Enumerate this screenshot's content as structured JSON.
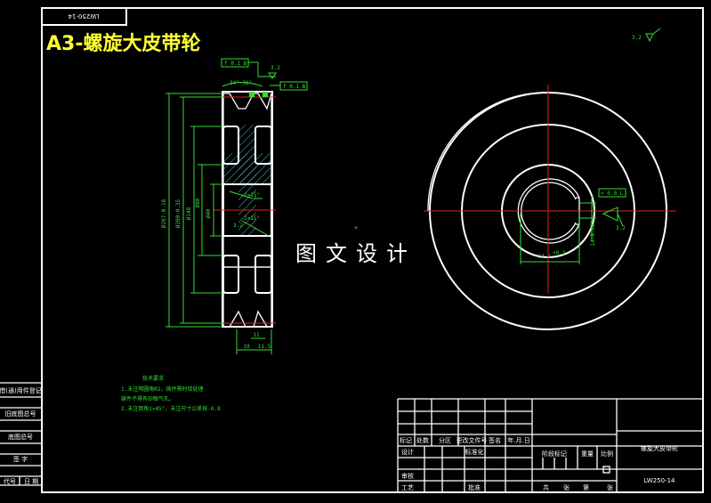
{
  "drawing": {
    "title": "A3-螺旋大皮带轮",
    "top_code": "LW250-14",
    "watermark": "图文设计",
    "colors": {
      "outline": "#ffffff",
      "dimension": "#33dd33",
      "centerline": "#e02020",
      "title": "#ffff33",
      "hatch": "#66dddd"
    }
  },
  "left_view": {
    "groove_angle": "34°-36°",
    "roughness_top": "3.2",
    "roughness_bore": "3.2",
    "chamfer_1": "2×15°",
    "chamfer_2": "2×15°",
    "dims": [
      "Ø207-0.16",
      "Ø200-0.35",
      "Ø148",
      "Ø80",
      "Ø40",
      "11",
      "19",
      "11.5"
    ],
    "tolerance_frames": [
      "f 0.1 B",
      "f 0.1 B"
    ]
  },
  "right_view": {
    "keyway_width": "14-0.021",
    "bore_depth": "51.1",
    "bore_depth_tol": "+0.2",
    "symmetry_frame": "= 0.0 L",
    "roughness": "3.2"
  },
  "notes": {
    "heading": "技术要求",
    "lines": [
      "1.未注明圆角R2，铸件需时效处理",
      "铸件不得有砂眼气孔。",
      "2.未注倒角1×45°，未注尺寸公差按-0.8"
    ]
  },
  "roughness_note": "3.2",
  "left_strip": [
    "借(通)用件登记",
    "旧底图总号",
    "底图总号",
    "签 字",
    "日 期",
    "代号"
  ],
  "title_block": {
    "part_name": "螺旋大皮带轮",
    "drawing_no": "LW250-14",
    "headers": [
      "标记",
      "处数",
      "分区",
      "更改文件号",
      "签名",
      "年.月.日"
    ],
    "rows": [
      "设计",
      "标准化",
      "审核",
      "工艺",
      "批准"
    ],
    "stage": [
      "阶段标记",
      "重量",
      "比例"
    ],
    "sheet": [
      "共",
      "张",
      "第",
      "张"
    ]
  }
}
